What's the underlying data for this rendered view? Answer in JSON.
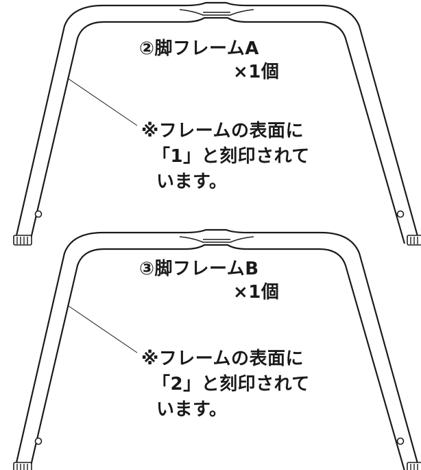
{
  "frame_a": {
    "title": "②脚フレームA",
    "quantity": "×1個",
    "note_line1": "※フレームの表面に",
    "note_line2": "「1」と刻印されて",
    "note_line3": "います。"
  },
  "frame_b": {
    "title": "③脚フレームB",
    "quantity": "×1個",
    "note_line1": "※フレームの表面に",
    "note_line2": "「2」と刻印されて",
    "note_line3": "います。"
  },
  "colors": {
    "line": "#1a1a1a",
    "background": "#ffffff"
  }
}
